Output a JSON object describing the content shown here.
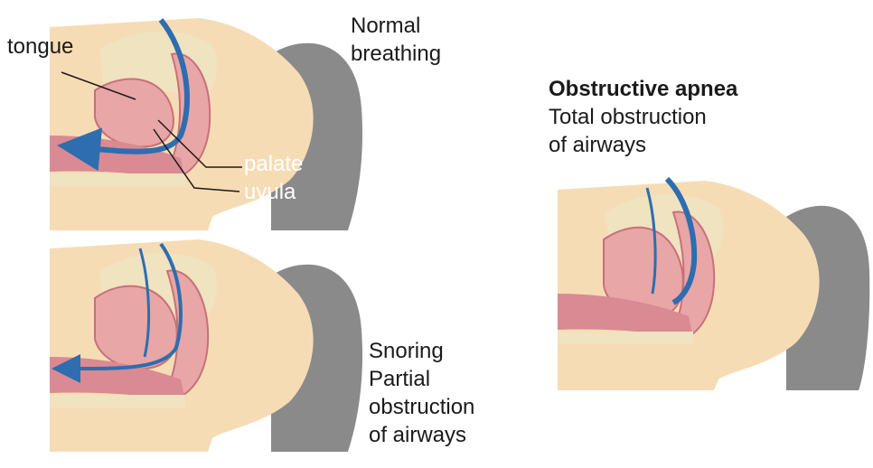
{
  "labels": {
    "tongue": "tongue",
    "palate": "palate",
    "uvula": "uvula"
  },
  "panels": {
    "normal": {
      "lines": [
        "Normal",
        "breathing"
      ]
    },
    "snoring": {
      "lines": [
        "Snoring",
        "Partial",
        "obstruction",
        "of airways"
      ]
    },
    "apnea": {
      "title": "Obstructive apnea",
      "lines": [
        "Total obstruction",
        "of airways"
      ]
    }
  },
  "colors": {
    "skin": "#f6dcb5",
    "tissue": "#e8a6a6",
    "tissue_dark": "#c8707a",
    "bone": "#efe3c0",
    "hair": "#8a8a8a",
    "airflow": "#2e6db0"
  }
}
